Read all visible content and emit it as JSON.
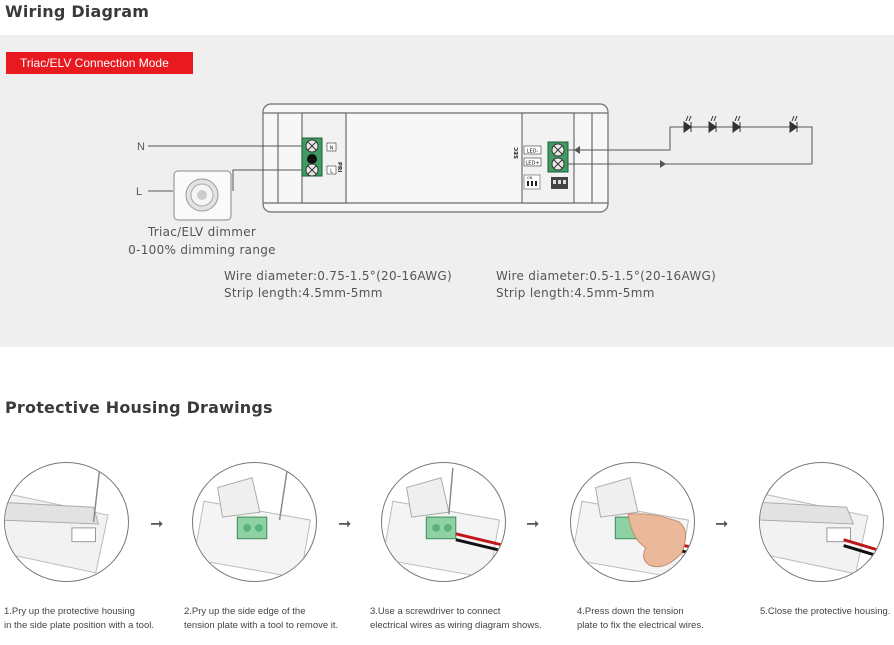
{
  "wiring": {
    "title": "Wiring Diagram",
    "mode_label": "Triac/ELV Connection Mode",
    "input_n": "N",
    "input_l": "L",
    "dimmer_name": "Triac/ELV dimmer",
    "dimmer_range": "0-100% dimming range",
    "pri_wire_diameter": "Wire diameter:0.75-1.5°(20-16AWG)",
    "pri_strip_length": "Strip length:4.5mm-5mm",
    "sec_wire_diameter": "Wire diameter:0.5-1.5°(20-16AWG)",
    "sec_strip_length": "Strip length:4.5mm-5mm",
    "pri_terminal": "PRI",
    "sec_terminal": "SEC",
    "term_n": "N",
    "term_l": "L",
    "led_minus": "LED-",
    "led_plus": "LED+",
    "switch_on": "ON",
    "switch_nums": "1 2 3"
  },
  "housing": {
    "title": "Protective Housing Drawings",
    "steps": [
      {
        "line1": "1.Pry up the protective housing",
        "line2": "in the side plate position with a tool."
      },
      {
        "line1": "2.Pry up the side edge of the",
        "line2": "tension plate with a tool to remove it."
      },
      {
        "line1": "3.Use a screwdriver to connect",
        "line2": "electrical wires as wiring diagram shows."
      },
      {
        "line1": "4.Press down the tension",
        "line2": "plate to fix the electrical wires."
      },
      {
        "line1": "5.Close the protective housing.",
        "line2": ""
      }
    ],
    "arrow_glyph": "➞"
  },
  "colors": {
    "accent_red": "#e8191f",
    "terminal_green": "#2e8b57",
    "panel_bg": "#efefef"
  }
}
